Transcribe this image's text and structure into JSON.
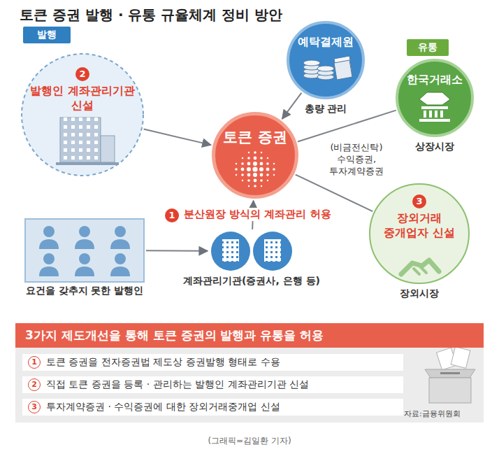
{
  "diagram": {
    "title": "토큰 증권 발행 · 유통 규율체계 정비 방안",
    "caption": "(그래픽=김일환 기자)",
    "nodes": [
      {
        "text": [
          "발행"
        ]
      },
      {
        "text": [
          "예탁결제원",
          "총량 관리"
        ]
      },
      {
        "text": [
          "유통"
        ]
      },
      {
        "text": [
          "2",
          "발행인 계좌관리기관 신설"
        ]
      },
      {
        "text": [
          "한국거래소",
          "상장시장"
        ]
      },
      {
        "text": [
          "토큰 증권"
        ]
      },
      {
        "text": [
          "요건을 갖추지 못한 발행인"
        ]
      },
      {
        "text": [
          "계좌관리기관(증권사, 은행 등)"
        ]
      },
      {
        "text": [
          "3",
          "장외거래 중개업자 신설",
          "장외시장"
        ]
      },
      {
        "text": [
          "3가지 제도개선을 통해 토큰 증권의 발행과 유통을 허용"
        ]
      },
      {
        "text": [
          "1",
          "토큰 증권을 전자증권법 제도상 증권발행 형태로 수용"
        ],
        "in": 9
      },
      {
        "text": [
          "2",
          "직접 토큰 증권을 등록 · 관리하는 발행인 계좌관리기관 신설"
        ],
        "in": 9
      },
      {
        "text": [
          "3",
          "투자계약증권 · 수익증권에 대한 장외거래중개업 신설"
        ],
        "in": 9
      }
    ],
    "edges": [
      {
        "from": 1,
        "to": 5,
        "arrow": "to"
      },
      {
        "from": 3,
        "to": 5,
        "arrow": "to"
      },
      {
        "from": 5,
        "to": 4,
        "arrow": "none"
      },
      {
        "from": 5,
        "to": 8,
        "arrow": "none"
      },
      {
        "from": 6,
        "to": 7,
        "arrow": "to"
      },
      {
        "from": 7,
        "to": 5,
        "arrow": "to"
      }
    ],
    "labels": [
      "1",
      "분산원장 방식의 계좌관리 허용",
      "(비금전신탁) 수익증권, 투자계약증권",
      "자료:금융위원회"
    ]
  }
}
